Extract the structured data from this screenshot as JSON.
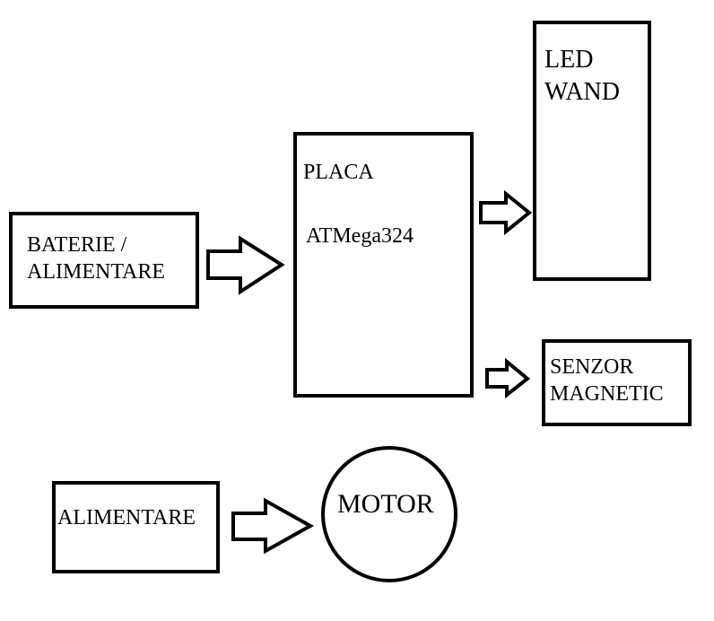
{
  "diagram": {
    "blocks": {
      "baterie": {
        "line1": "BATERIE /",
        "line2": "ALIMENTARE"
      },
      "placa": {
        "line1": "PLACA",
        "line2": "ATMega324"
      },
      "led_wand": {
        "line1": "LED",
        "line2": "WAND"
      },
      "senzor": {
        "line1": "SENZOR",
        "line2": "MAGNETIC"
      },
      "alimentare": {
        "label": "ALIMENTARE"
      },
      "motor": {
        "label": "MOTOR"
      }
    },
    "connections": [
      {
        "from": "BATERIE / ALIMENTARE",
        "to": "PLACA ATMega324"
      },
      {
        "from": "PLACA ATMega324",
        "to": "LED WAND"
      },
      {
        "from": "PLACA ATMega324",
        "to": "SENZOR MAGNETIC"
      },
      {
        "from": "ALIMENTARE",
        "to": "MOTOR"
      }
    ],
    "colors": {
      "stroke": "#000000",
      "fill": "#ffffff"
    }
  }
}
